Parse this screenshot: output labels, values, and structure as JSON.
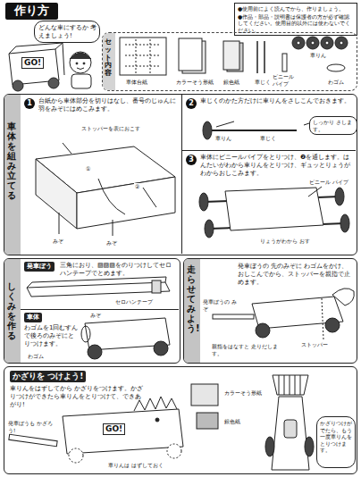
{
  "diagram": {
    "title": "作り方",
    "nodes": [
      {
        "text": [
          "どんな車にするか 考えましょう!"
        ]
      },
      {
        "text": [
          "●使用前によく読んでから、作りましょう。",
          "●作品・部品・説明書は保護者の方が必ず確認してください。使用目的以外には使わないでください。"
        ]
      },
      {
        "text": [
          "セット内容"
        ]
      },
      {
        "text": [
          "車体を 組み立てる"
        ]
      },
      {
        "text": [
          "1",
          "台紙から車体部分を切りはなし、番号のじゅんに羽をみぞにはめこみます。"
        ],
        "in": 3
      },
      {
        "text": [
          "2",
          "車じくのかた方だけに車りんをさしこんでおきます。"
        ],
        "in": 3
      },
      {
        "text": [
          "3",
          "車体にビニールパイプをとりつけ、❷を通します。はんたいがわから車りんをとりつけ、ギュッとりょうがわからおしこみます。"
        ],
        "in": 3
      },
      {
        "text": [
          "しくみを作る"
        ]
      },
      {
        "text": [
          "発車ぼう",
          "三角におり、▨▨▨をのりつけしてセロハンテープでとめます。"
        ],
        "in": 7
      },
      {
        "text": [
          "車体",
          "わゴムを1回むすんで後ろのみぞにとりつけます。"
        ],
        "in": 7
      },
      {
        "text": [
          "走らせてみよう!",
          "発車ぼうの 先のみぞに わゴムをかけ、おしこんでから、ストッパーを親指で止めます。"
        ]
      },
      {
        "text": [
          "かざりを つけよう!",
          "車りんをはずしてから かざりをつけます。かざりつけができたら車りんをとりつけて、できあがり!"
        ]
      },
      {
        "text": [
          "かざりつけがでたら、もう一度車りんをとりつけます。"
        ],
        "in": 11
      }
    ],
    "labels": [
      "車体台紙",
      "カラーそう形紙",
      "銀色紙",
      "車じく",
      "ビニール パイプ",
      "わゴム",
      "車りん",
      "ストッパーを表におこす",
      "①",
      "②",
      "みぞ",
      "みぞ",
      "車りん",
      "車じく",
      "しっかり さします。",
      "ビニール パイプ",
      "りょうがわから おす",
      "セロハンテープ",
      "みぞ",
      "わゴム",
      "発車ぼうの みぞ",
      "ストッパー",
      "親指をはなすと 走りだします。",
      "発車ぼうも かざろう!",
      "カラーそう形紙",
      "銀色紙",
      "車りんは はずしておく",
      "GO!",
      "GO!"
    ]
  }
}
